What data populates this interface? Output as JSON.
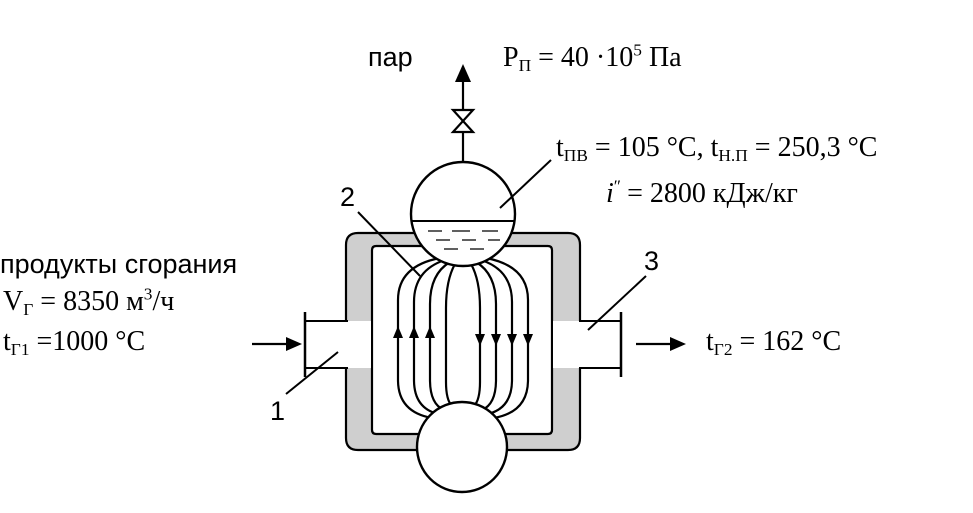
{
  "labels": {
    "steam": "пар",
    "pressure_sym": "P",
    "pressure_sub": "П",
    "pressure_eq": " = 40 ·10",
    "pressure_exp": "5",
    "pressure_unit": " Па",
    "t_feed_sym": "t",
    "t_feed_sub": "ПВ",
    "t_feed_eq": " = 105 °C, ",
    "t_sat_sym": "t",
    "t_sat_sub": "Н.П",
    "t_sat_eq": " = 250,3 °C",
    "enthalpy_sym": "i",
    "enthalpy_prime": "ʺ",
    "enthalpy_eq": " = 2800 кДж/кг",
    "gas_title": "продукты сгорания",
    "vol_sym": "V",
    "vol_sub": "Г",
    "vol_eq": " =  8350  м",
    "vol_exp": "3",
    "vol_unit": "/ч",
    "t_in_sym": "t",
    "t_in_sub": "Г1",
    "t_in_eq": " =1000 °C",
    "t_out_sym": "t",
    "t_out_sub": "Г2",
    "t_out_eq": " = 162  °C",
    "callout_1": "1",
    "callout_2": "2",
    "callout_3": "3"
  },
  "colors": {
    "line": "#000000",
    "casing_fill": "#cfcfcf",
    "background": "#ffffff"
  }
}
